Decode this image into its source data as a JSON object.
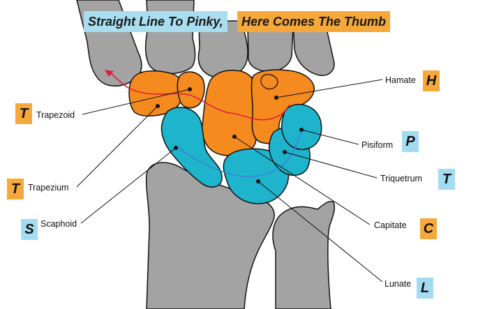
{
  "title": {
    "part1": "Straight Line To Pinky,",
    "part2": "Here Comes The Thumb"
  },
  "labels": {
    "trapezoid": "Trapezoid",
    "trapezium": "Trapezium",
    "scaphoid": "Scaphoid",
    "hamate": "Hamate",
    "pisiform": "Pisiform",
    "triquetrum": "Triquetrum",
    "capitate": "Capitate",
    "lunate": "Lunate"
  },
  "badges": {
    "trapezoid": "T",
    "trapezium": "T",
    "scaphoid": "S",
    "hamate": "H",
    "pisiform": "P",
    "triquetrum": "T",
    "capitate": "C",
    "lunate": "L"
  },
  "colors": {
    "orange_bone": "#f58a1f",
    "blue_bone": "#1eb4cc",
    "gray_bone": "#a3a3a3",
    "path_red": "#e0203a",
    "path_blue": "#3f7fd6"
  }
}
